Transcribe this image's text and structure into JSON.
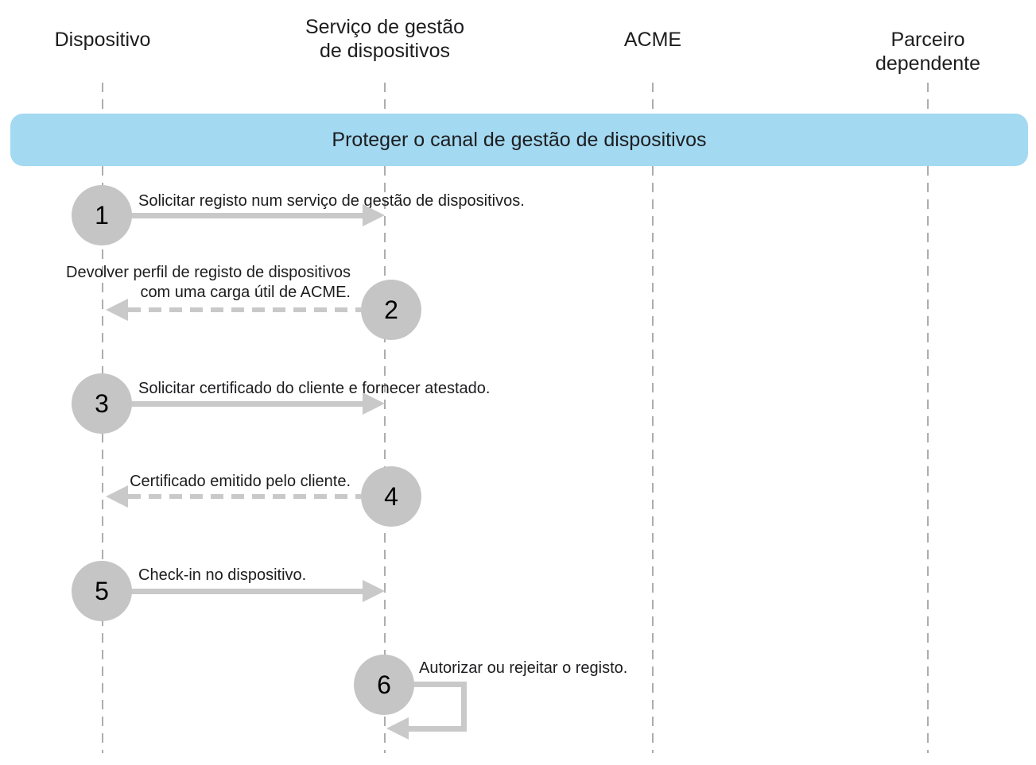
{
  "actors": [
    {
      "label": "Dispositivo"
    },
    {
      "label": "Serviço de gestão\nde dispositivos"
    },
    {
      "label": "ACME"
    },
    {
      "label": "Parceiro dependente"
    }
  ],
  "banner": {
    "label": "Proteger o canal de gestão de dispositivos"
  },
  "steps": [
    {
      "number": "1",
      "label": "Solicitar registo num serviço de gestão de dispositivos.",
      "from": "Dispositivo",
      "to": "Serviço de gestão de dispositivos",
      "line": "solid"
    },
    {
      "number": "2",
      "label": "Devolver perfil de registo de dispositivos\ncom uma carga útil de ACME.",
      "from": "Serviço de gestão de dispositivos",
      "to": "Dispositivo",
      "line": "dashed"
    },
    {
      "number": "3",
      "label": "Solicitar certificado do cliente e fornecer atestado.",
      "from": "Dispositivo",
      "to": "Serviço de gestão de dispositivos",
      "line": "solid"
    },
    {
      "number": "4",
      "label": "Certificado emitido pelo cliente.",
      "from": "Serviço de gestão de dispositivos",
      "to": "Dispositivo",
      "line": "dashed"
    },
    {
      "number": "5",
      "label": "Check-in no dispositivo.",
      "from": "Dispositivo",
      "to": "Serviço de gestão de dispositivos",
      "line": "solid"
    },
    {
      "number": "6",
      "label": "Autorizar ou rejeitar o registo.",
      "from": "Serviço de gestão de dispositivos",
      "to": "Serviço de gestão de dispositivos",
      "line": "self-loop"
    }
  ],
  "colors": {
    "banner_blue": "#a3d9f1",
    "circle_gray": "#c5c5c5",
    "arrow_gray": "#c9c9c9",
    "lifeline_gray": "#adadad",
    "text_color": "#1d1d1f"
  }
}
